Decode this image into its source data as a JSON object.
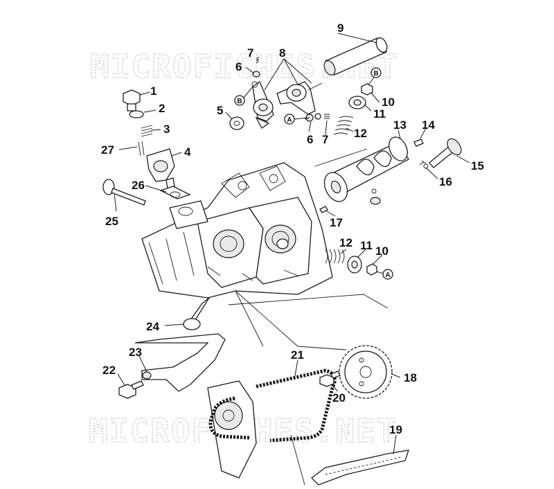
{
  "watermarks": [
    "MICROFICHES.NET",
    "MICROFICHES.NET"
  ],
  "callouts": {
    "c1": "1",
    "c2": "2",
    "c3": "3",
    "c4": "4",
    "c5": "5",
    "c6a": "6",
    "c6b": "6",
    "c7a": "7",
    "c7b": "7",
    "c8": "8",
    "c9": "9",
    "c10a": "10",
    "c10b": "10",
    "c11a": "11",
    "c11b": "11",
    "c12a": "12",
    "c12b": "12",
    "c13": "13",
    "c14": "14",
    "c15": "15",
    "c16": "16",
    "c17": "17",
    "c18": "18",
    "c19": "19",
    "c20": "20",
    "c21": "21",
    "c22": "22",
    "c23": "23",
    "c24": "24",
    "c25": "25",
    "c26": "26",
    "c27": "27"
  },
  "reference_marks": {
    "a_top": "A",
    "a_bottom": "A",
    "b_left": "B",
    "b_right": "B"
  }
}
